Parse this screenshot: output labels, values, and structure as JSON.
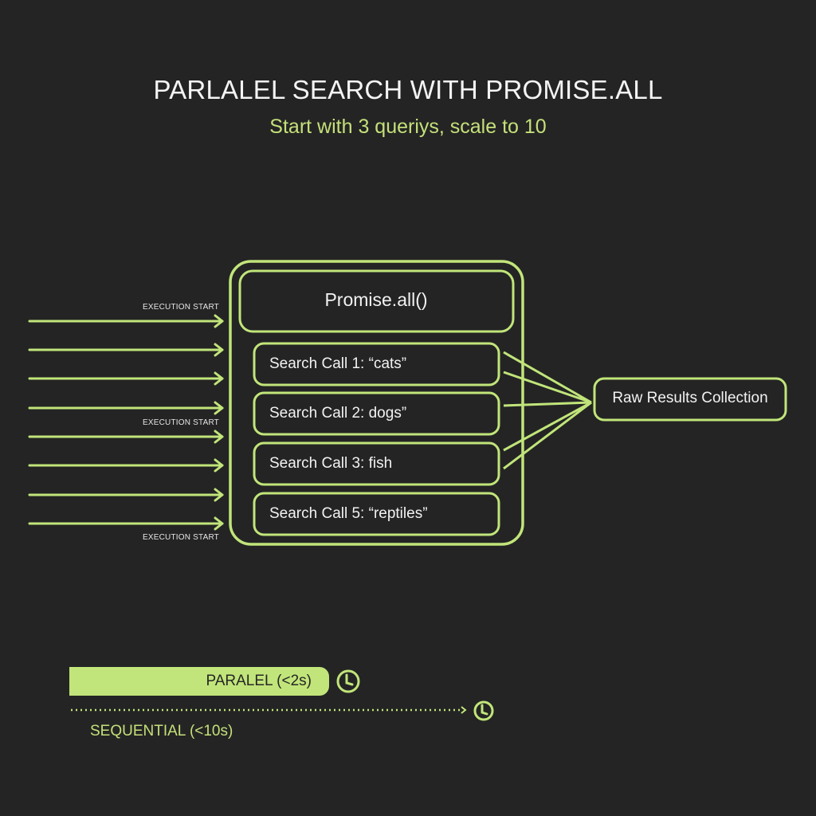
{
  "header": {
    "title": "PARLALEL SEARCH WITH PROMISE.ALL",
    "subtitle": "Start with 3 queriys, scale to 10"
  },
  "colors": {
    "background": "#242424",
    "accent": "#c1e57a",
    "text": "#f2f2f2"
  },
  "inputs": {
    "arrow_count": 8,
    "labels": [
      "EXECUTION START",
      "EXECUTION START",
      "EXECUTION START"
    ]
  },
  "promise_container": {
    "header_label": "Promise.all()",
    "calls": [
      {
        "label": "Search Call 1: “cats”"
      },
      {
        "label": "Search Call 2: dogs”"
      },
      {
        "label": "Search Call 3: fish"
      },
      {
        "label": "Search Call 5: “reptiles”"
      }
    ]
  },
  "output": {
    "label": "Raw Results Collection"
  },
  "timeline": {
    "parallel_label": "PARALEL (<2s)",
    "sequential_label": "SEQUENTIAL (<10s)",
    "icon": "clock-icon"
  }
}
